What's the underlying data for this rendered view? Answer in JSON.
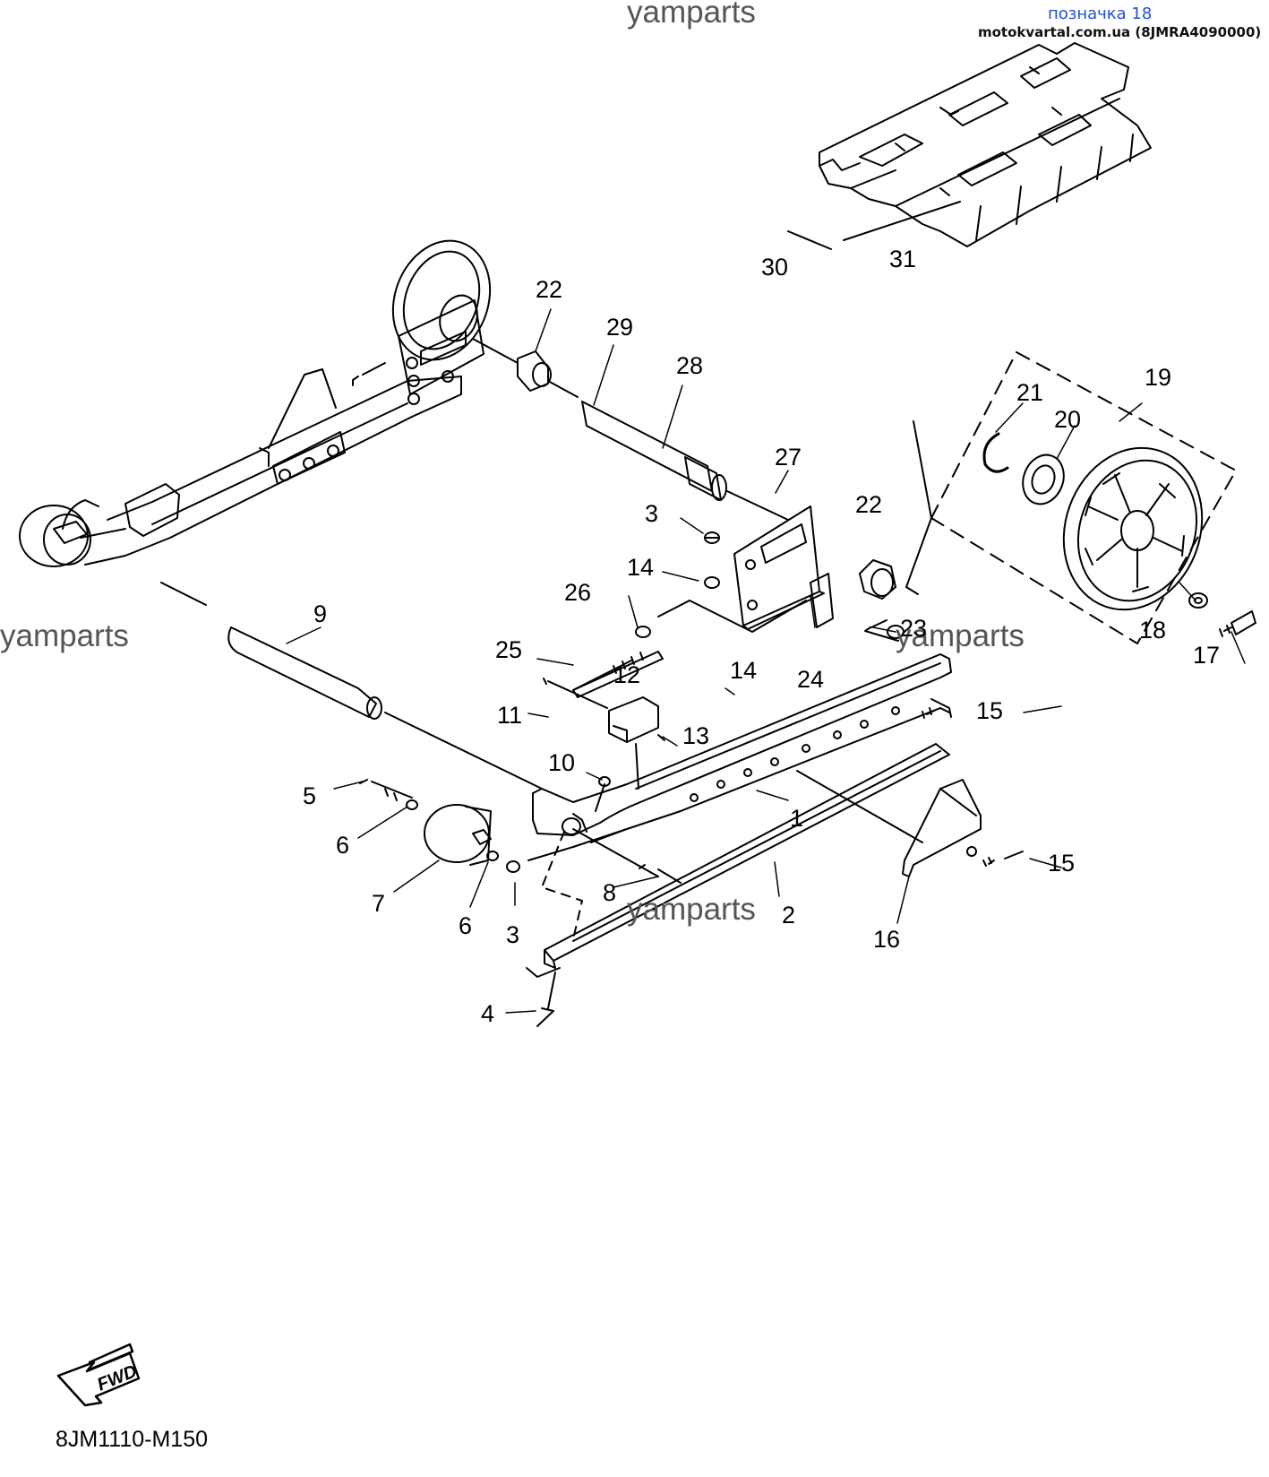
{
  "header": {
    "label": "позначка 18",
    "site": "motokvartal.com.ua (8JMRA4090000)"
  },
  "watermarks": [
    "yamparts",
    "yamparts",
    "yamparts",
    "yamparts"
  ],
  "callouts": {
    "c1": "1",
    "c2": "2",
    "c3a": "3",
    "c3b": "3",
    "c4": "4",
    "c5": "5",
    "c6a": "6",
    "c6b": "6",
    "c7": "7",
    "c8": "8",
    "c9": "9",
    "c10": "10",
    "c11": "11",
    "c12": "12",
    "c13": "13",
    "c14a": "14",
    "c14b": "14",
    "c15a": "15",
    "c15b": "15",
    "c16": "16",
    "c17": "17",
    "c18": "18",
    "c19": "19",
    "c20": "20",
    "c21": "21",
    "c22a": "22",
    "c22b": "22",
    "c23": "23",
    "c24": "24",
    "c25": "25",
    "c26": "26",
    "c27": "27",
    "c28": "28",
    "c29": "29",
    "c30": "30",
    "c31": "31"
  },
  "fwd_label": "FWD",
  "diagram_code": "8JM1110-M150"
}
